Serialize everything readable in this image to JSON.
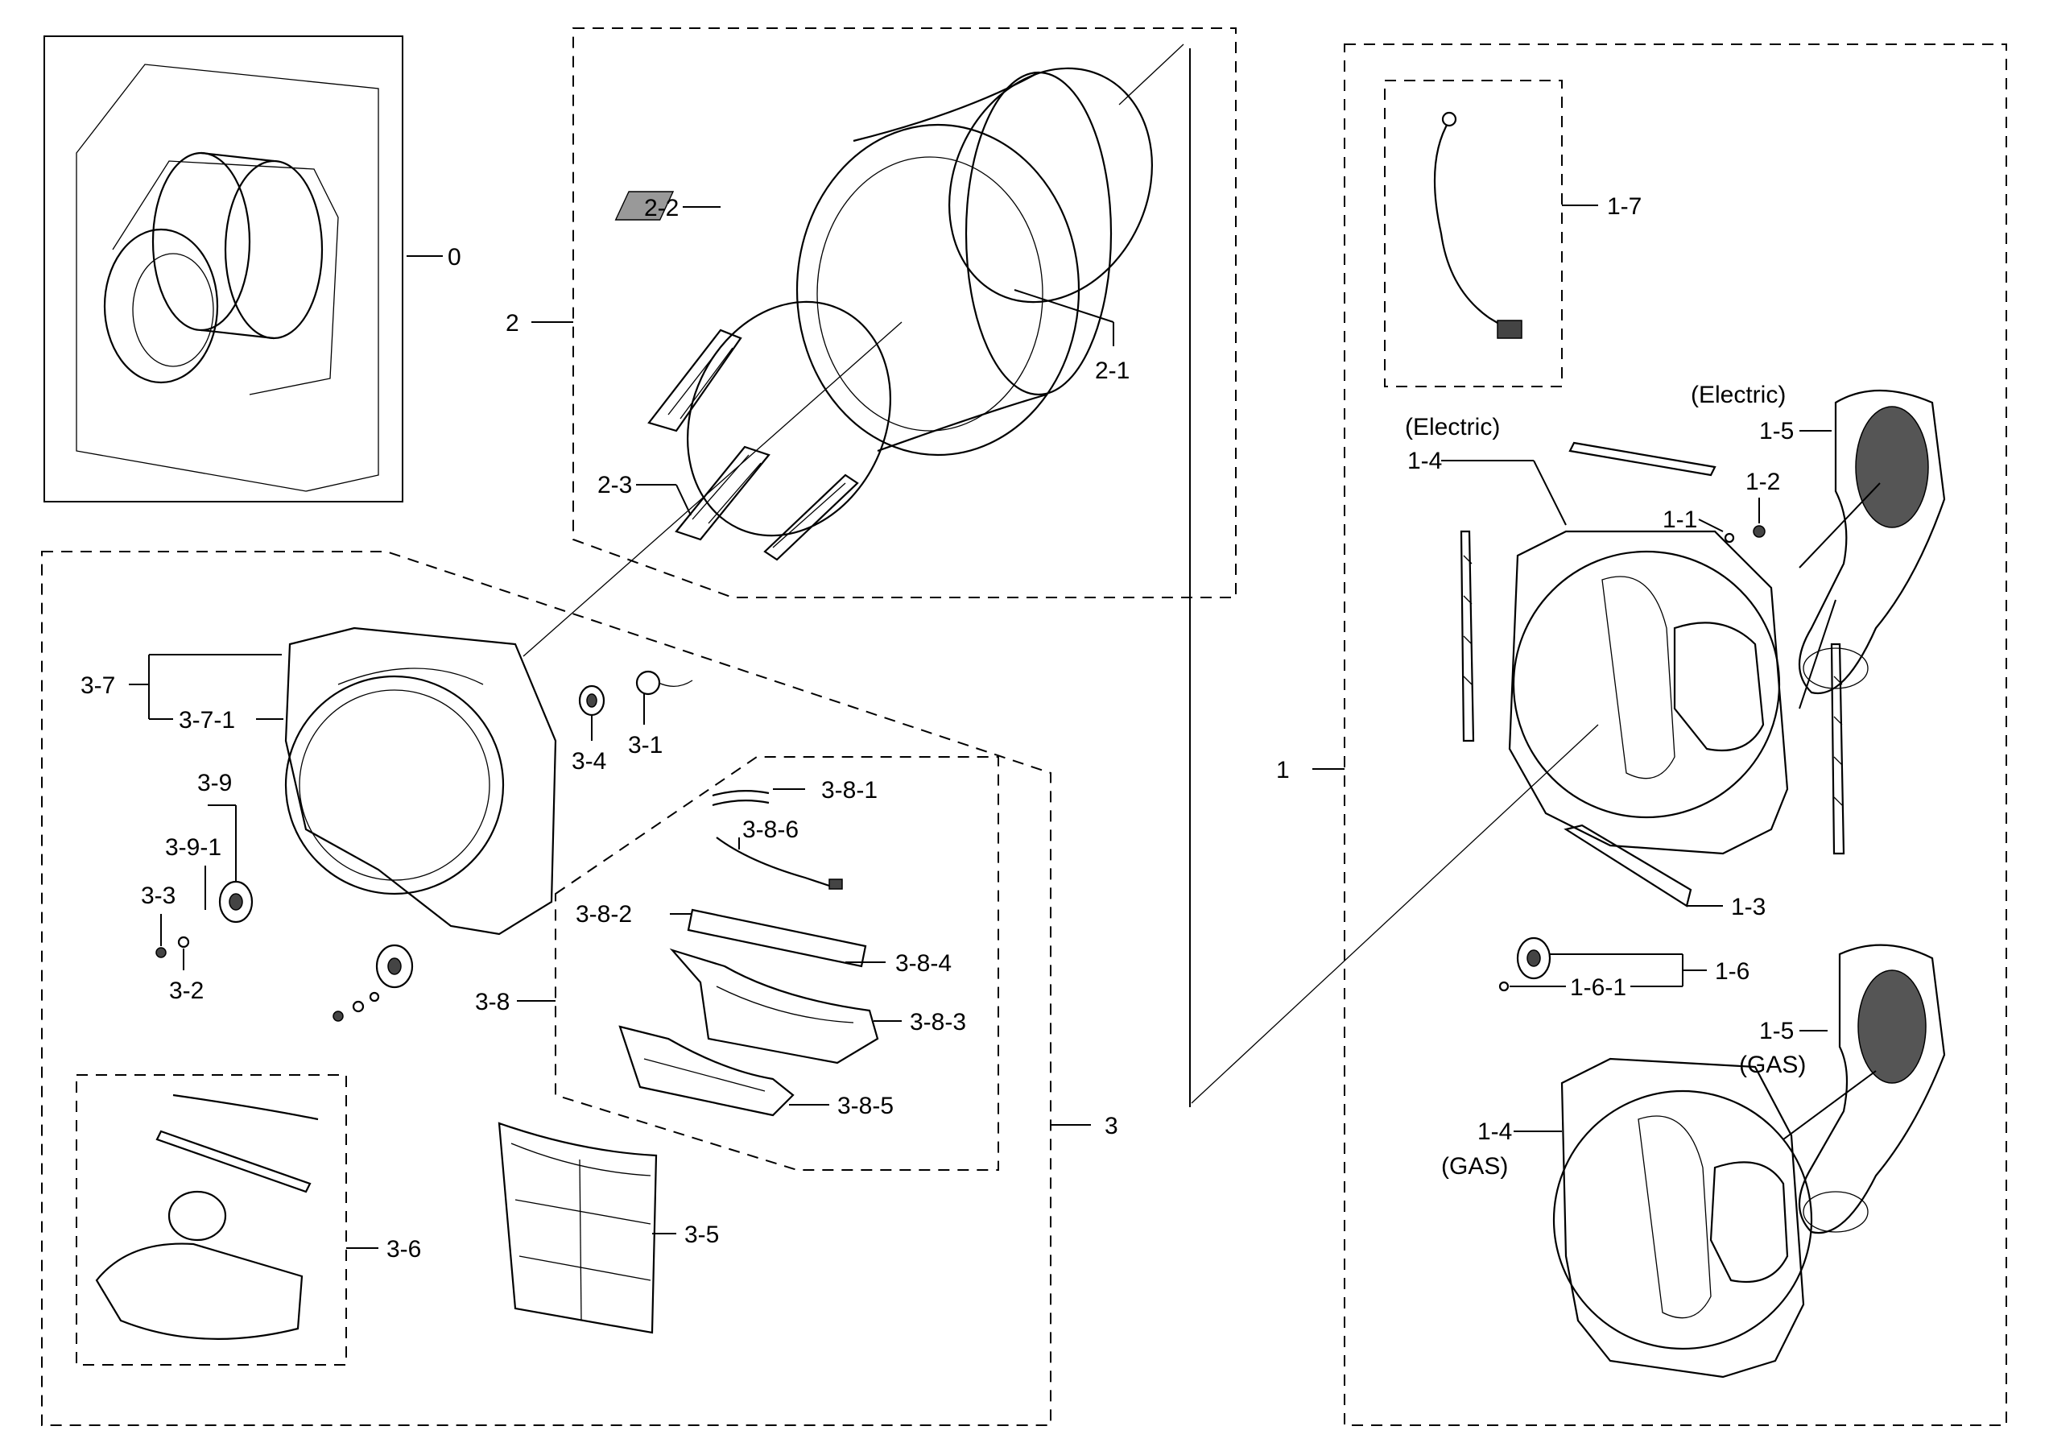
{
  "labels": {
    "l0": "0",
    "l1": "1",
    "l1_1": "1-1",
    "l1_2": "1-2",
    "l1_3": "1-3",
    "l1_4_el": "1-4",
    "l1_4_gas": "1-4",
    "l1_5_el": "1-5",
    "l1_5_gas": "1-5",
    "l1_6": "1-6",
    "l1_6_1": "1-6-1",
    "l1_7": "1-7",
    "electric_a": "(Electric)",
    "electric_b": "(Electric)",
    "gas_a": "(GAS)",
    "gas_b": "(GAS)",
    "l2": "2",
    "l2_1": "2-1",
    "l2_2": "2-2",
    "l2_3": "2-3",
    "l3": "3",
    "l3_1": "3-1",
    "l3_2": "3-2",
    "l3_3": "3-3",
    "l3_4": "3-4",
    "l3_5": "3-5",
    "l3_6": "3-6",
    "l3_7": "3-7",
    "l3_7_1": "3-7-1",
    "l3_8": "3-8",
    "l3_8_1": "3-8-1",
    "l3_8_2": "3-8-2",
    "l3_8_3": "3-8-3",
    "l3_8_4": "3-8-4",
    "l3_8_5": "3-8-5",
    "l3_8_6": "3-8-6",
    "l3_9": "3-9",
    "l3_9_1": "3-9-1"
  }
}
